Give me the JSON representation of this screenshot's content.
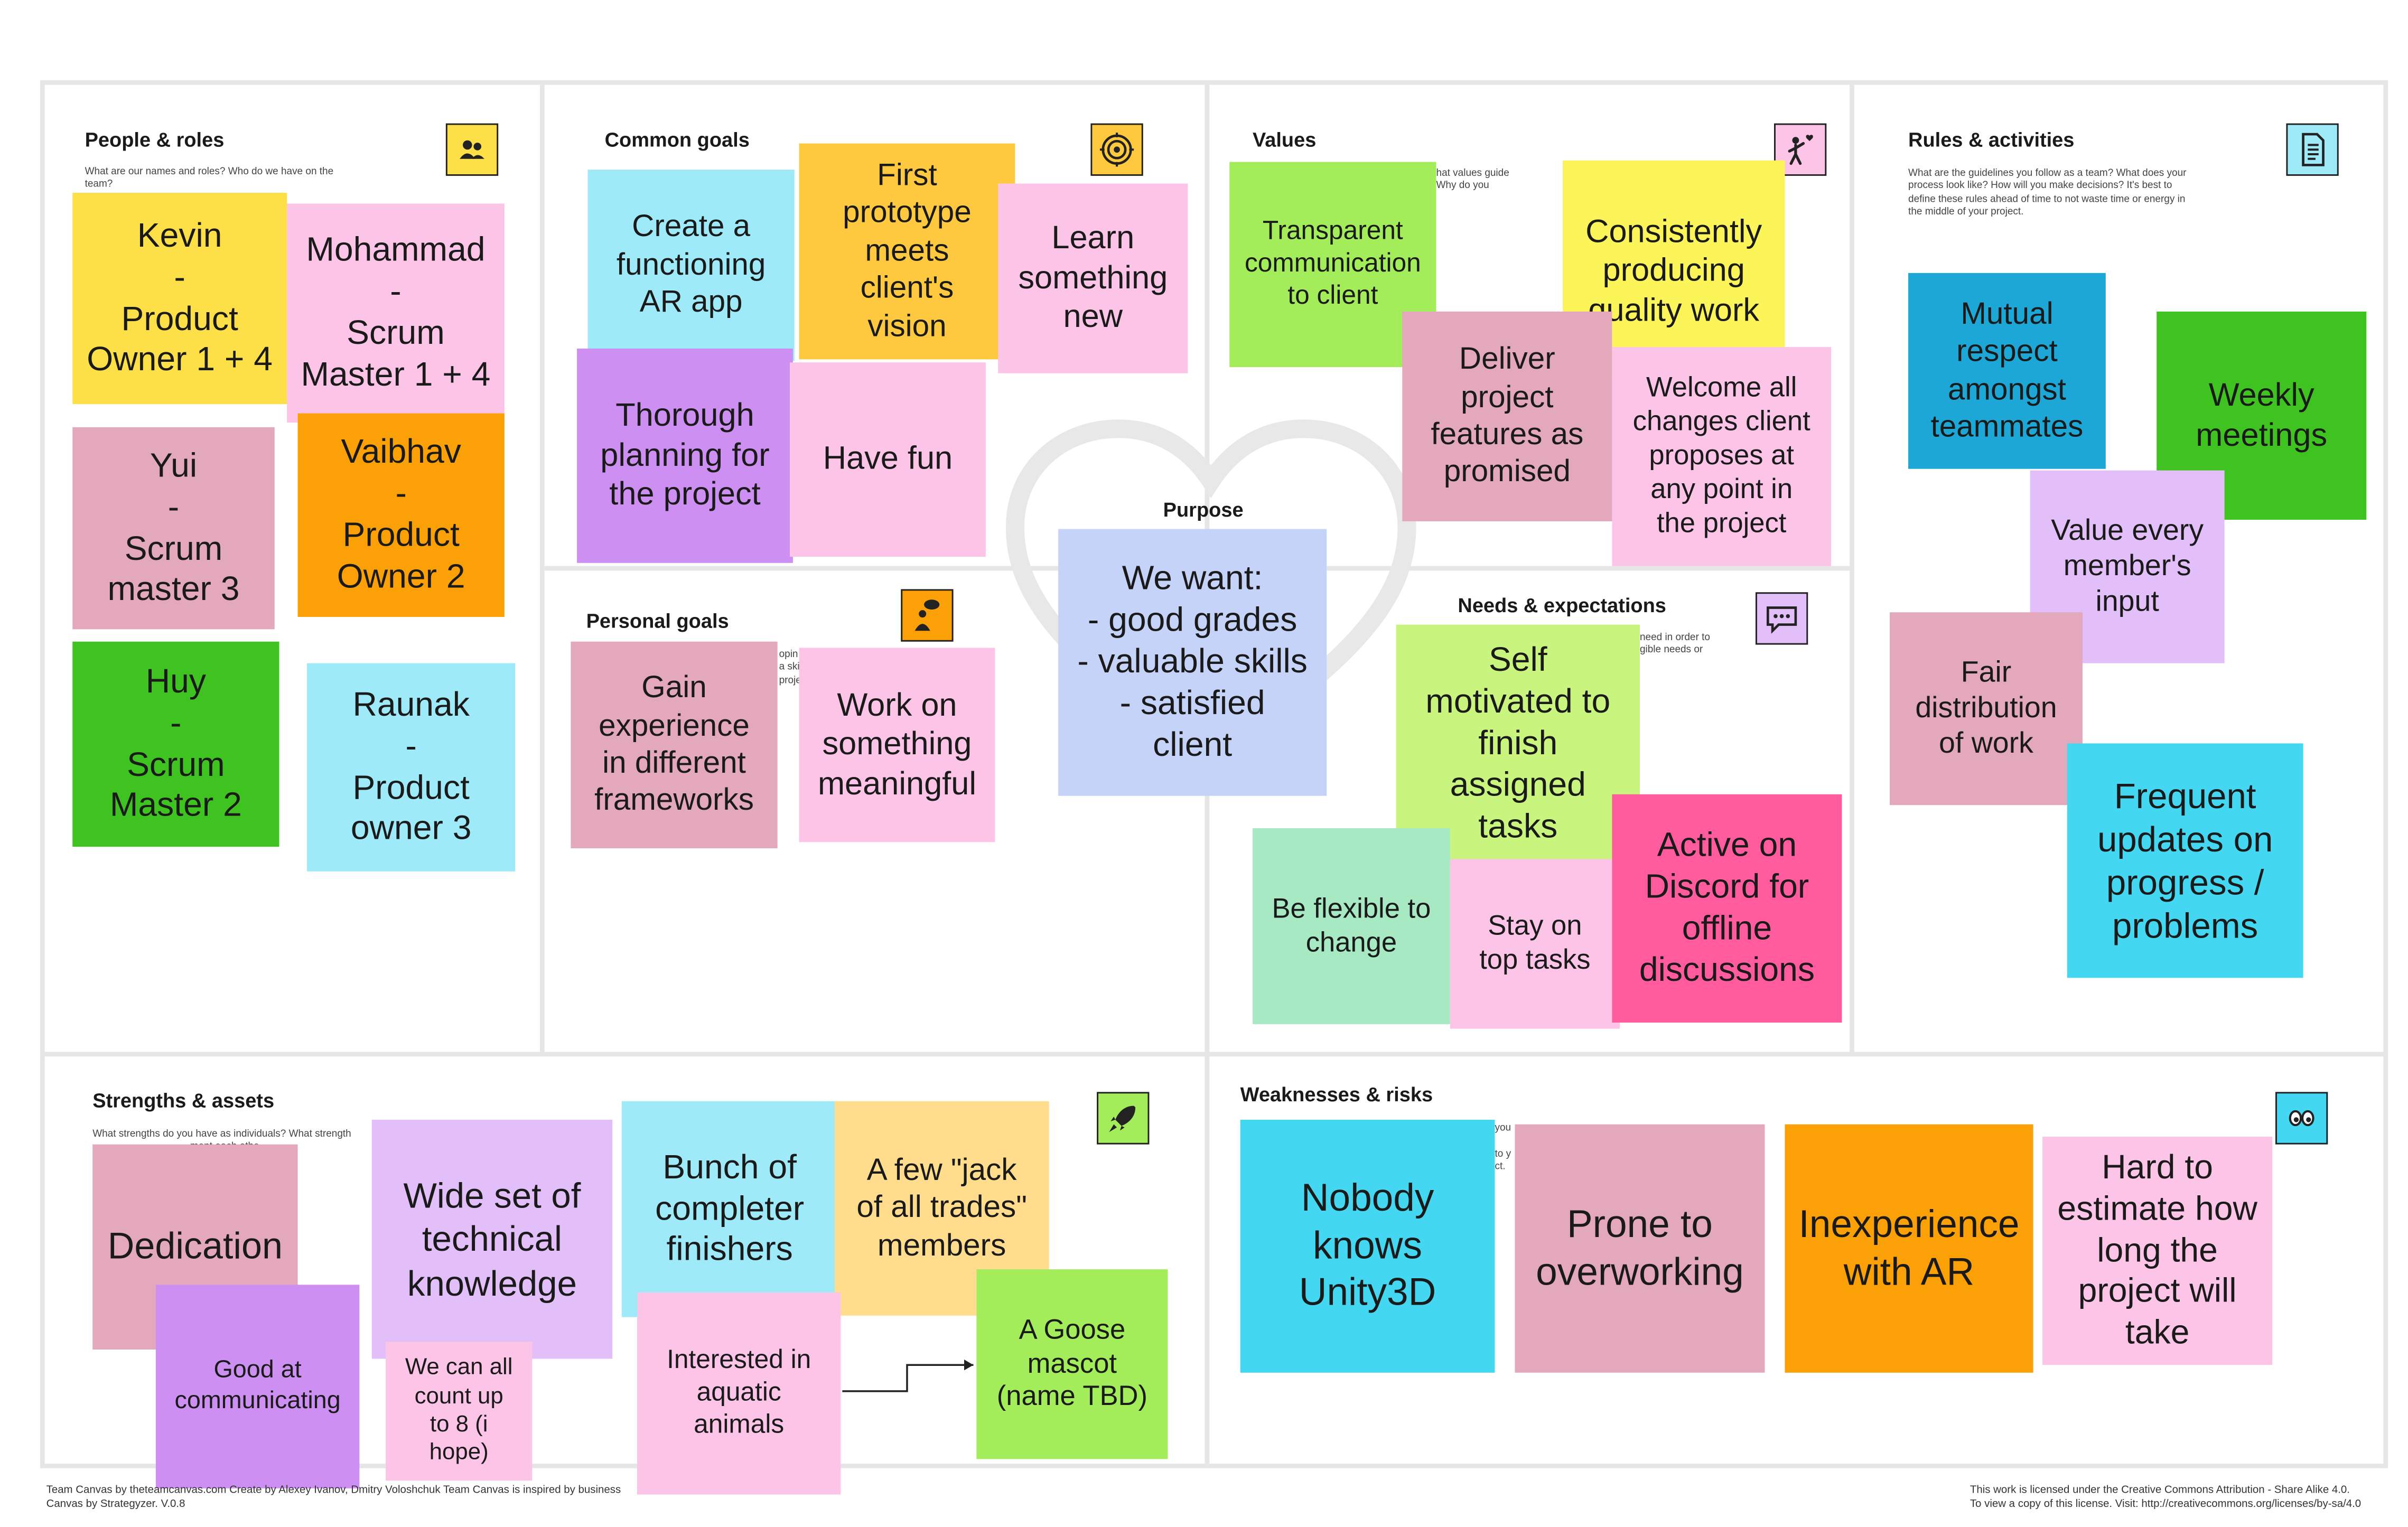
{
  "sections": {
    "people_roles": {
      "title": "People & roles",
      "desc": "What are our names and roles? Who do we have on the team?"
    },
    "common_goals": {
      "title": "Common goals",
      "desc": ""
    },
    "values": {
      "title": "Values",
      "desc": "hat values guide\nWhy do you"
    },
    "rules_activities": {
      "title": "Rules & activities",
      "desc": "What are the guidelines you follow as a team? What does your process look like? How will you make decisions? It's best to define these rules ahead of time to not waste time or energy in the middle of your project."
    },
    "purpose": {
      "title": "Purpose"
    },
    "personal_goals": {
      "title": "Personal goals",
      "desc": "opin\na ski\nproje"
    },
    "needs_expectations": {
      "title": "Needs & expectations",
      "desc": "need in order to\ngible needs or"
    },
    "strengths_assets": {
      "title": "Strengths & assets",
      "desc": "What strengths do you have as individuals? What strength\n                                   ment each othe\n                                   n for this projec"
    },
    "weaknesses_risks": {
      "title": "Weaknesses & risks",
      "desc": "you\n\nto y\nct."
    }
  },
  "notes": {
    "kevin": "Kevin\n-\nProduct\nOwner 1 + 4",
    "mohammad": "Mohammad\n-\nScrum\nMaster 1 + 4",
    "yui": "Yui\n-\nScrum\nmaster 3",
    "vaibhav": "Vaibhav\n-\nProduct\nOwner 2",
    "huy": "Huy\n-\nScrum\nMaster 2",
    "raunak": "Raunak\n-\nProduct\nowner 3",
    "cg_ar_app": "Create a\nfunctioning\nAR app",
    "cg_prototype": "First\nprototype\nmeets\nclient's\nvision",
    "cg_learn": "Learn\nsomething\nnew",
    "cg_planning": "Thorough\nplanning for\nthe project",
    "cg_fun": "Have fun",
    "pg_experience": "Gain\nexperience\nin different\nframeworks",
    "pg_meaningful": "Work on\nsomething\nmeaningful",
    "purpose": "We want:\n- good grades\n- valuable skills\n- satisfied\nclient",
    "v_transparent": "Transparent\ncommunication\nto client",
    "v_quality": "Consistently\nproducing\nquality work",
    "v_deliver": "Deliver\nproject\nfeatures as\npromised",
    "v_welcome": "Welcome all\nchanges client\nproposes at\nany point in\nthe project",
    "ne_self": "Self\nmotivated to\nfinish\nassigned\ntasks",
    "ne_flexible": "Be flexible to\nchange",
    "ne_top": "Stay on\ntop tasks",
    "ne_discord": "Active on\nDiscord for\noffline\ndiscussions",
    "r_respect": "Mutual\nrespect\namongst\nteammates",
    "r_weekly": "Weekly\nmeetings",
    "r_value": "Value every\nmember's\ninput",
    "r_fair": "Fair\ndistribution\nof work",
    "r_frequent": "Frequent\nupdates on\nprogress /\nproblems",
    "s_dedication": "Dedication",
    "s_wide": "Wide set of\ntechnical\nknowledge",
    "s_bunch": "Bunch of\ncompleter\nfinishers",
    "s_jack": "A few \"jack\nof all trades\"\nmembers",
    "s_good": "Good at\ncommunicating",
    "s_count": "We can all\ncount up\nto 8 (i\nhope)",
    "s_aquatic": "Interested in\naquatic\nanimals",
    "s_goose": "A Goose\nmascot\n(name TBD)",
    "w_unity": "Nobody\nknows\nUnity3D",
    "w_overwork": "Prone to\noverworking",
    "w_ar": "Inexperience\nwith AR",
    "w_estimate": "Hard to\nestimate how\nlong the\nproject will\ntake"
  },
  "footer": {
    "left": "Team Canvas by theteamcanvas.com Create  by Alexey Ivanov, Dmitry Voloshchuk Team Canvas is inspired by business\nCanvas by Strategyzer. V.0.8",
    "right": "This work is licensed under the Creative Commons Attribution - Share Alike 4.0.\nTo view a copy of this license. Visit: http://creativecommons.org/licenses/by-sa/4.0"
  },
  "icons": {
    "people": "people-icon",
    "goals": "target-icon",
    "values": "person-heart-icon",
    "rules": "document-icon",
    "personal": "thinking-person-icon",
    "needs": "speech-bubble-icon",
    "strengths": "rocket-icon",
    "weaknesses": "eyes-icon"
  }
}
